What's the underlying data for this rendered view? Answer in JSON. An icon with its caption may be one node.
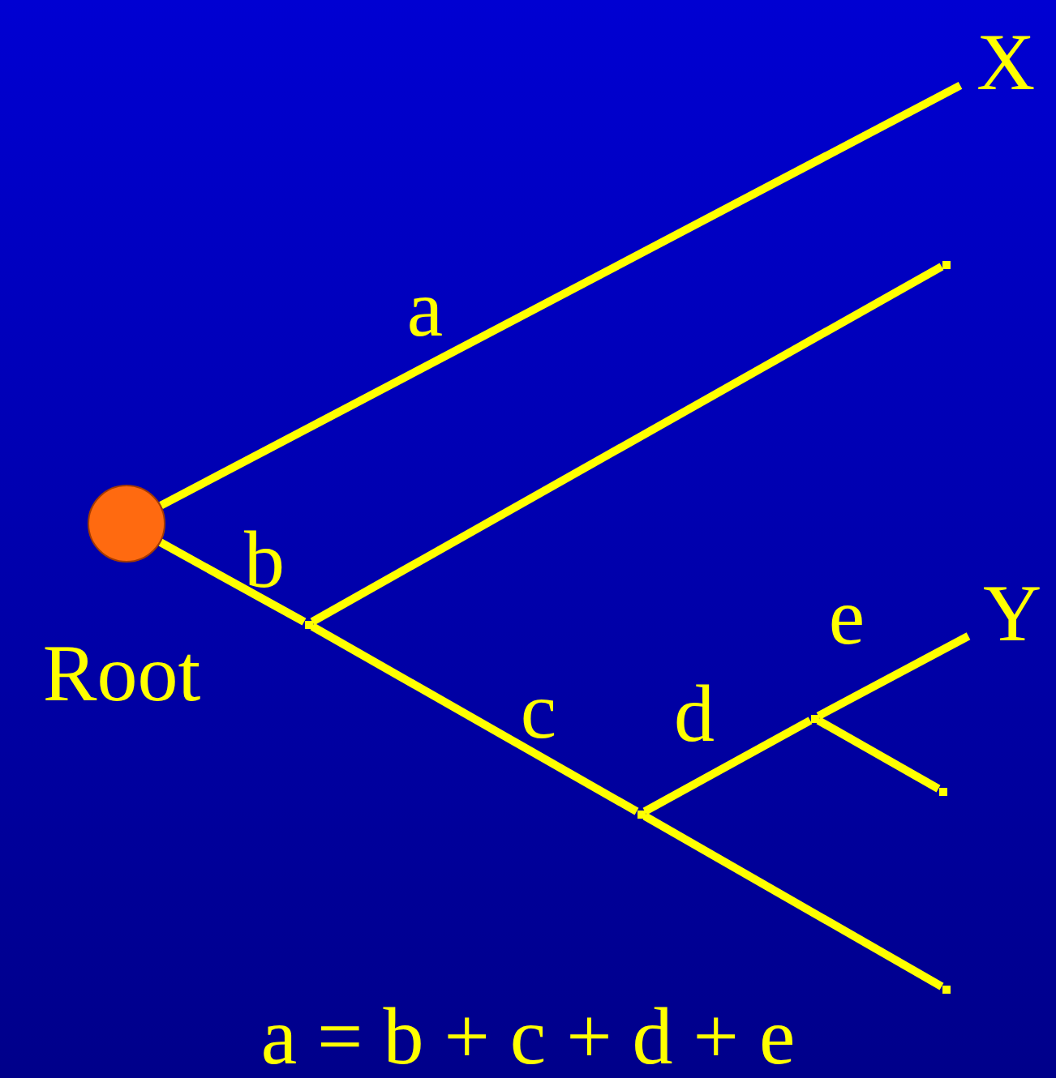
{
  "diagram": {
    "nodes": [
      {
        "text": [],
        "shape": "circle",
        "beside": [
          "Root"
        ]
      },
      {
        "text": [
          "X"
        ]
      },
      {
        "text": [],
        "shape": "point"
      },
      {
        "text": [],
        "shape": "point"
      },
      {
        "text": [],
        "shape": "point"
      },
      {
        "text": [],
        "shape": "point"
      },
      {
        "text": [
          "Y"
        ]
      },
      {
        "text": [],
        "shape": "point"
      },
      {
        "text": [],
        "shape": "point"
      }
    ],
    "edges": [
      {
        "from": 0,
        "to": 1,
        "arrow": "none",
        "label": "a"
      },
      {
        "from": 0,
        "to": 2,
        "arrow": "none",
        "label": "b"
      },
      {
        "from": 2,
        "to": 3,
        "arrow": "none"
      },
      {
        "from": 2,
        "to": 4,
        "arrow": "none",
        "label": "c"
      },
      {
        "from": 4,
        "to": 5,
        "arrow": "none",
        "label": "d"
      },
      {
        "from": 5,
        "to": 6,
        "arrow": "none",
        "label": "e"
      },
      {
        "from": 5,
        "to": 7,
        "arrow": "none"
      },
      {
        "from": 4,
        "to": 8,
        "arrow": "none"
      }
    ],
    "labels": [
      "a = b + c + d + e"
    ]
  }
}
